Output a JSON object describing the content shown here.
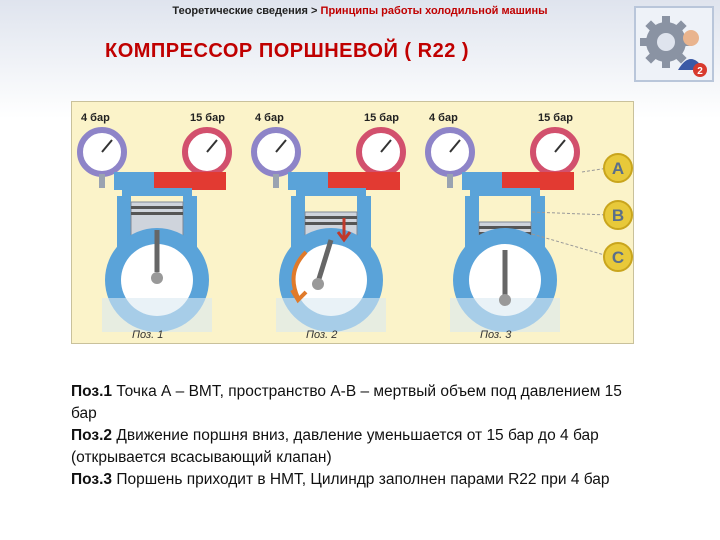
{
  "breadcrumb": {
    "parent": "Теоретические сведения",
    "separator": ">",
    "current": "Принципы работы холодильной машины"
  },
  "title": "КОМПРЕССОР ПОРШНЕВОЙ ( R22 )",
  "logo": {
    "icon": "gear-person-icon",
    "badge": "2"
  },
  "figure": {
    "gauge_low_label": "4 бар",
    "gauge_high_label": "15 бар",
    "positions": [
      "Поз. 1",
      "Поз. 2",
      "Поз. 3"
    ],
    "points": [
      "A",
      "B",
      "C"
    ],
    "colors": {
      "background": "#fbf3c9",
      "gauge_low": "#8e84c8",
      "gauge_high": "#d2506d",
      "cylinder": "#5aa3d9",
      "valve": "#e23a32",
      "point_badge": "#e8c93a"
    }
  },
  "description": [
    {
      "label": "Поз.1",
      "text": " Точка А – ВМТ, пространство А-В – мертвый объем под давлением 15 бар"
    },
    {
      "label": "Поз.2",
      "text": " Движение поршня вниз, давление уменьшается от 15 бар до 4 бар (открывается всасывающий клапан)"
    },
    {
      "label": "Поз.3",
      "text": " Поршень приходит в НМТ, Цилиндр заполнен парами R22 при 4 бар"
    }
  ]
}
